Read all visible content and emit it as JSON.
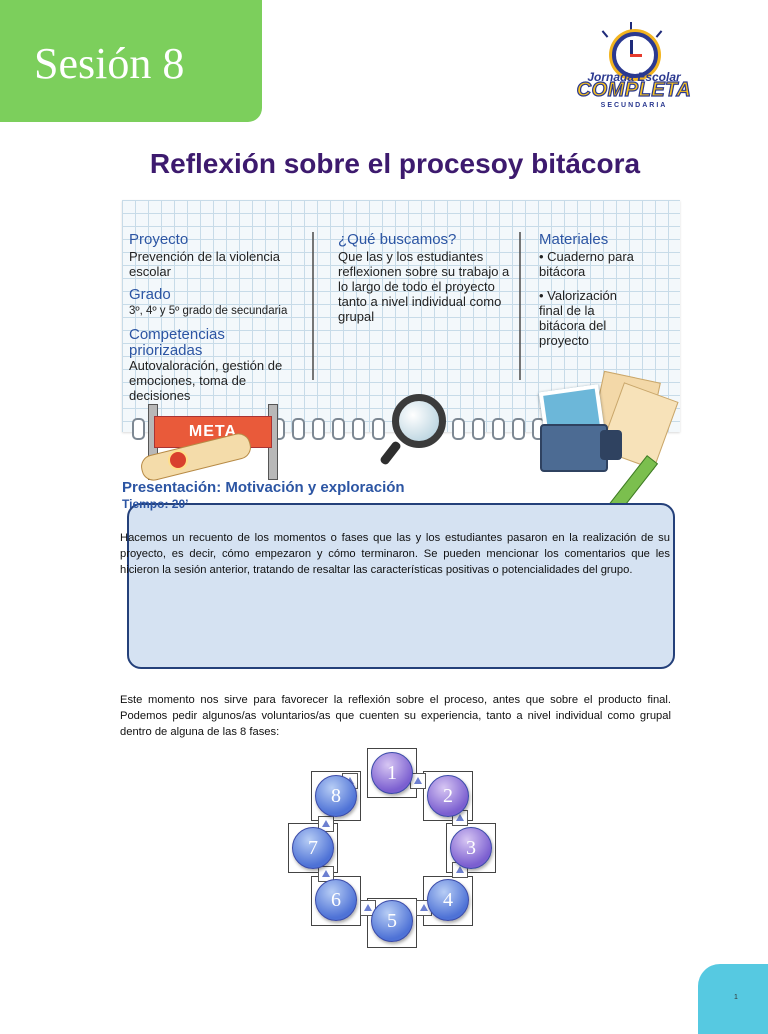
{
  "header": {
    "session_label": "Sesión 8",
    "logo": {
      "line1": "Jornada Escolar",
      "line2": "COMPLETA",
      "line3": "SECUNDARIA"
    }
  },
  "title": "Reflexión sobre el procesoy bitácora",
  "card": {
    "proyecto": {
      "heading": "Proyecto",
      "text": "Prevención de la violencia escolar"
    },
    "grado": {
      "heading": "Grado",
      "text": "3º, 4º y 5º grado de secundaria"
    },
    "competencias": {
      "heading_line1": "Competencias",
      "heading_line2": "priorizadas",
      "text": "Autovaloración, gestión de emociones, toma de decisiones"
    },
    "buscamos": {
      "heading": "¿Qué buscamos?",
      "text": "Que las y los estudiantes reflexionen sobre su trabajo a lo largo de todo el proyecto tanto a nivel individual como grupal"
    },
    "materiales": {
      "heading": "Materiales",
      "item1": "• Cuaderno para bitácora",
      "item2": "• Valorización final de la bitácora del proyecto"
    },
    "meta_label": "META"
  },
  "presentacion": {
    "title": "Presentación: Motivación y exploración",
    "time": "Tiempo: 20’",
    "text": "Hacemos un recuento de los momentos o fases que las y los estudiantes pasaron en la realización de su proyecto, es decir, cómo empezaron y cómo terminaron. Se pueden mencionar los comentarios que les hicieron la sesión anterior, tratando de resaltar las características positivas o potencialidades del grupo."
  },
  "body_text": "Este momento nos sirve para favorecer la reflexión sobre el proceso, antes que sobre el producto final. Podemos pedir algunos/as voluntarios/as que cuenten su experiencia, tanto a nivel individual como grupal dentro de alguna de las 8 fases:",
  "phases": [
    "1",
    "2",
    "3",
    "4",
    "5",
    "6",
    "7",
    "8"
  ],
  "page_number": "1",
  "colors": {
    "green_tab": "#7ccf5c",
    "title": "#3d1a6e",
    "section_blue": "#2c55a3",
    "box_fill": "#d5e2f2",
    "corner_tab": "#56c9e1"
  }
}
